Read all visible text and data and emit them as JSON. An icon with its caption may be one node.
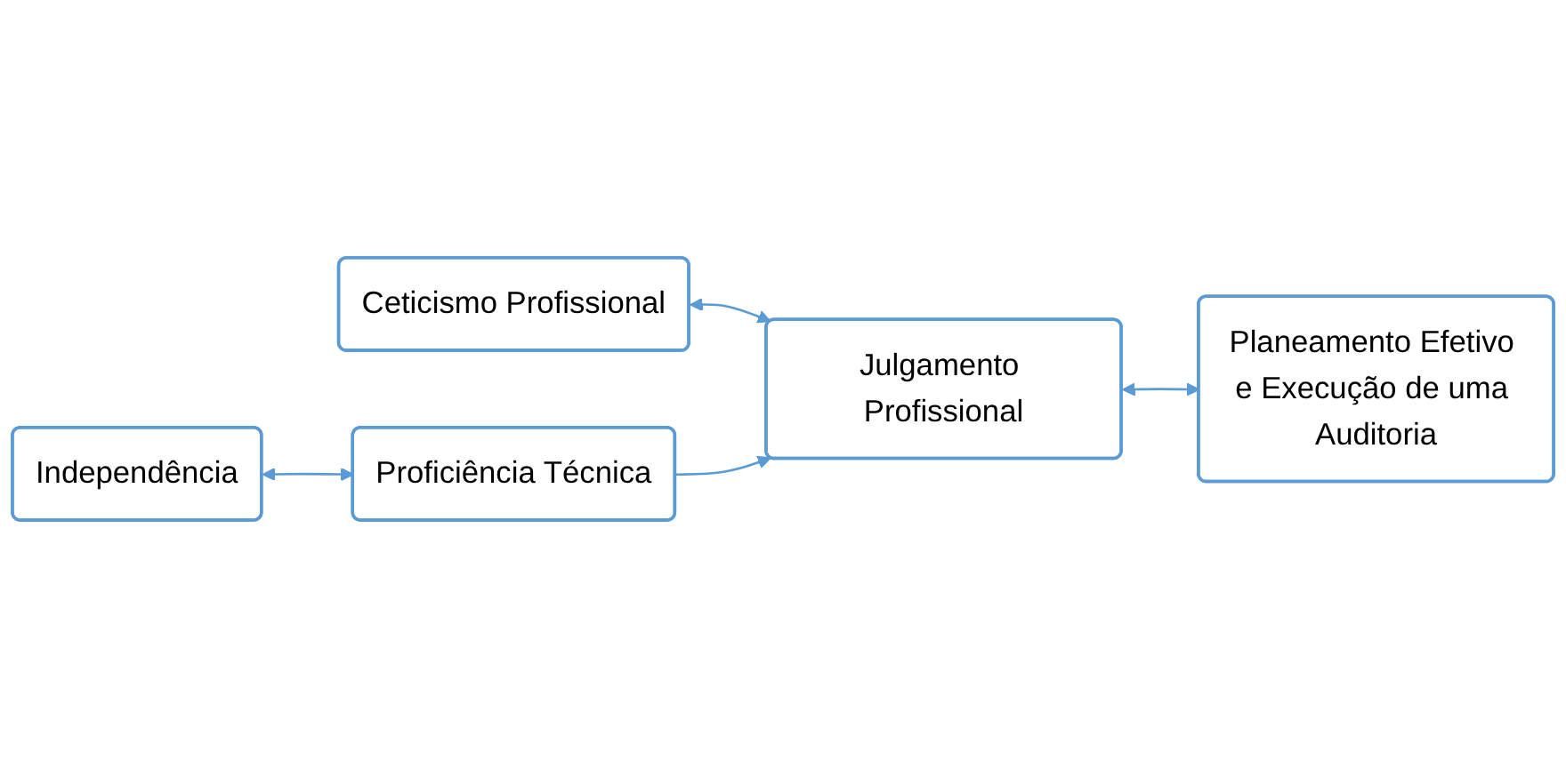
{
  "diagram": {
    "nodes": [
      {
        "text": [
          "Independência"
        ]
      },
      {
        "text": [
          "Ceticismo Profissional"
        ]
      },
      {
        "text": [
          "Planeamento Efetivo e Execução de uma Auditoria"
        ]
      },
      {
        "text": [
          "Proficiência Técnica"
        ]
      },
      {
        "text": [
          "Julgamento Profissional"
        ]
      }
    ],
    "edges": [
      {
        "from": 0,
        "to": 3,
        "arrow": "both"
      },
      {
        "from": 1,
        "to": 4,
        "arrow": "both"
      },
      {
        "from": 3,
        "to": 4,
        "arrow": "to"
      },
      {
        "from": 4,
        "to": 2,
        "arrow": "both"
      }
    ]
  }
}
